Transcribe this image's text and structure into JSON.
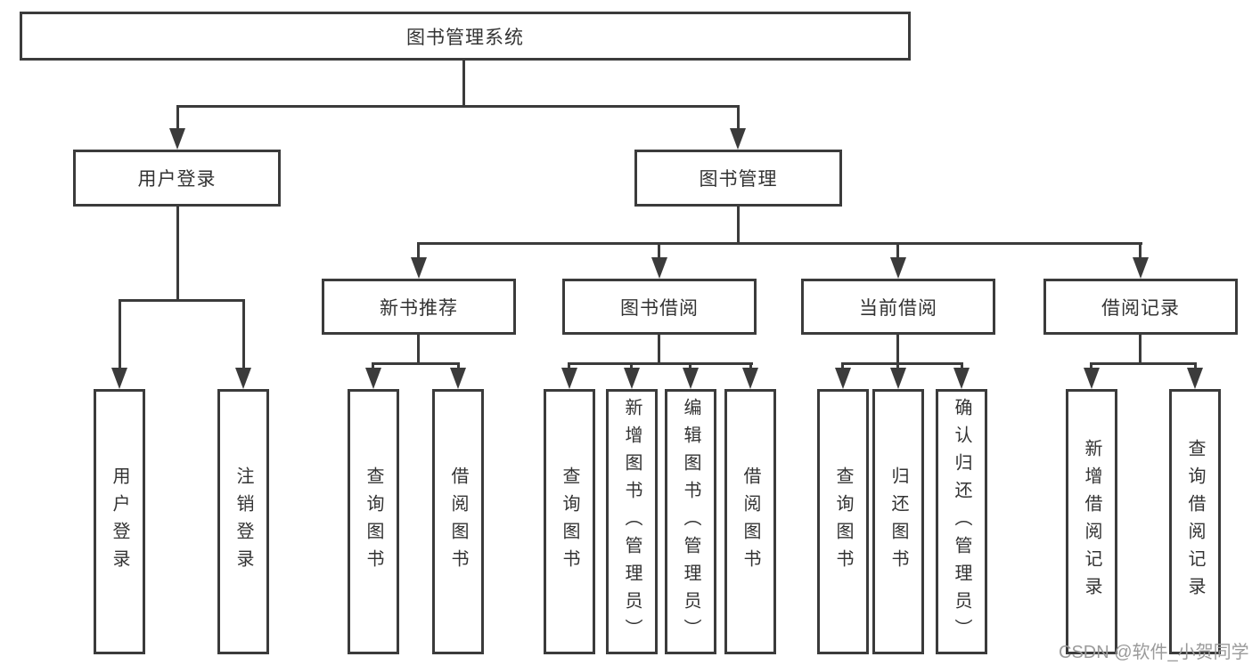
{
  "colors": {
    "background": "#ffffff",
    "line": "#3b3b3b",
    "text": "#333333",
    "watermark": "#9b9b9b"
  },
  "tree": {
    "label": "图书管理系统",
    "children": [
      {
        "label": "用户登录",
        "children": [
          {
            "label": "用户登录"
          },
          {
            "label": "注销登录"
          }
        ]
      },
      {
        "label": "图书管理",
        "children": [
          {
            "label": "新书推荐",
            "children": [
              {
                "label": "查询图书"
              },
              {
                "label": "借阅图书"
              }
            ]
          },
          {
            "label": "图书借阅",
            "children": [
              {
                "label": "查询图书"
              },
              {
                "label": "新增图书（管理员）"
              },
              {
                "label": "编辑图书（管理员）"
              },
              {
                "label": "借阅图书"
              }
            ]
          },
          {
            "label": "当前借阅",
            "children": [
              {
                "label": "查询图书"
              },
              {
                "label": "归还图书"
              },
              {
                "label": "确认归还（管理员）"
              }
            ]
          },
          {
            "label": "借阅记录",
            "children": [
              {
                "label": "新增借阅记录"
              },
              {
                "label": "查询借阅记录"
              }
            ]
          }
        ]
      }
    ]
  },
  "watermark": {
    "text": "CSDN @软件_小贺同学"
  }
}
